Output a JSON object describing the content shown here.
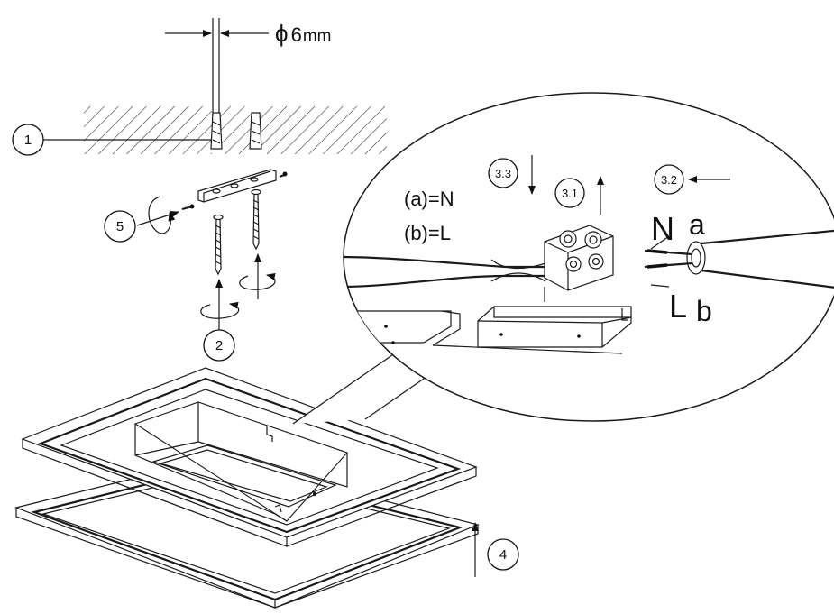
{
  "dimension": {
    "symbol": "ϕ",
    "value": "6",
    "unit": "mm"
  },
  "steps": {
    "s1": "1",
    "s2": "2",
    "s3_1": "3.1",
    "s3_2": "3.2",
    "s3_3": "3.3",
    "s4": "4",
    "s5": "5"
  },
  "wiring": {
    "legend_a": "(a)=N",
    "legend_b": "(b)=L",
    "n": "N",
    "a": "a",
    "l": "L",
    "b": "b"
  }
}
